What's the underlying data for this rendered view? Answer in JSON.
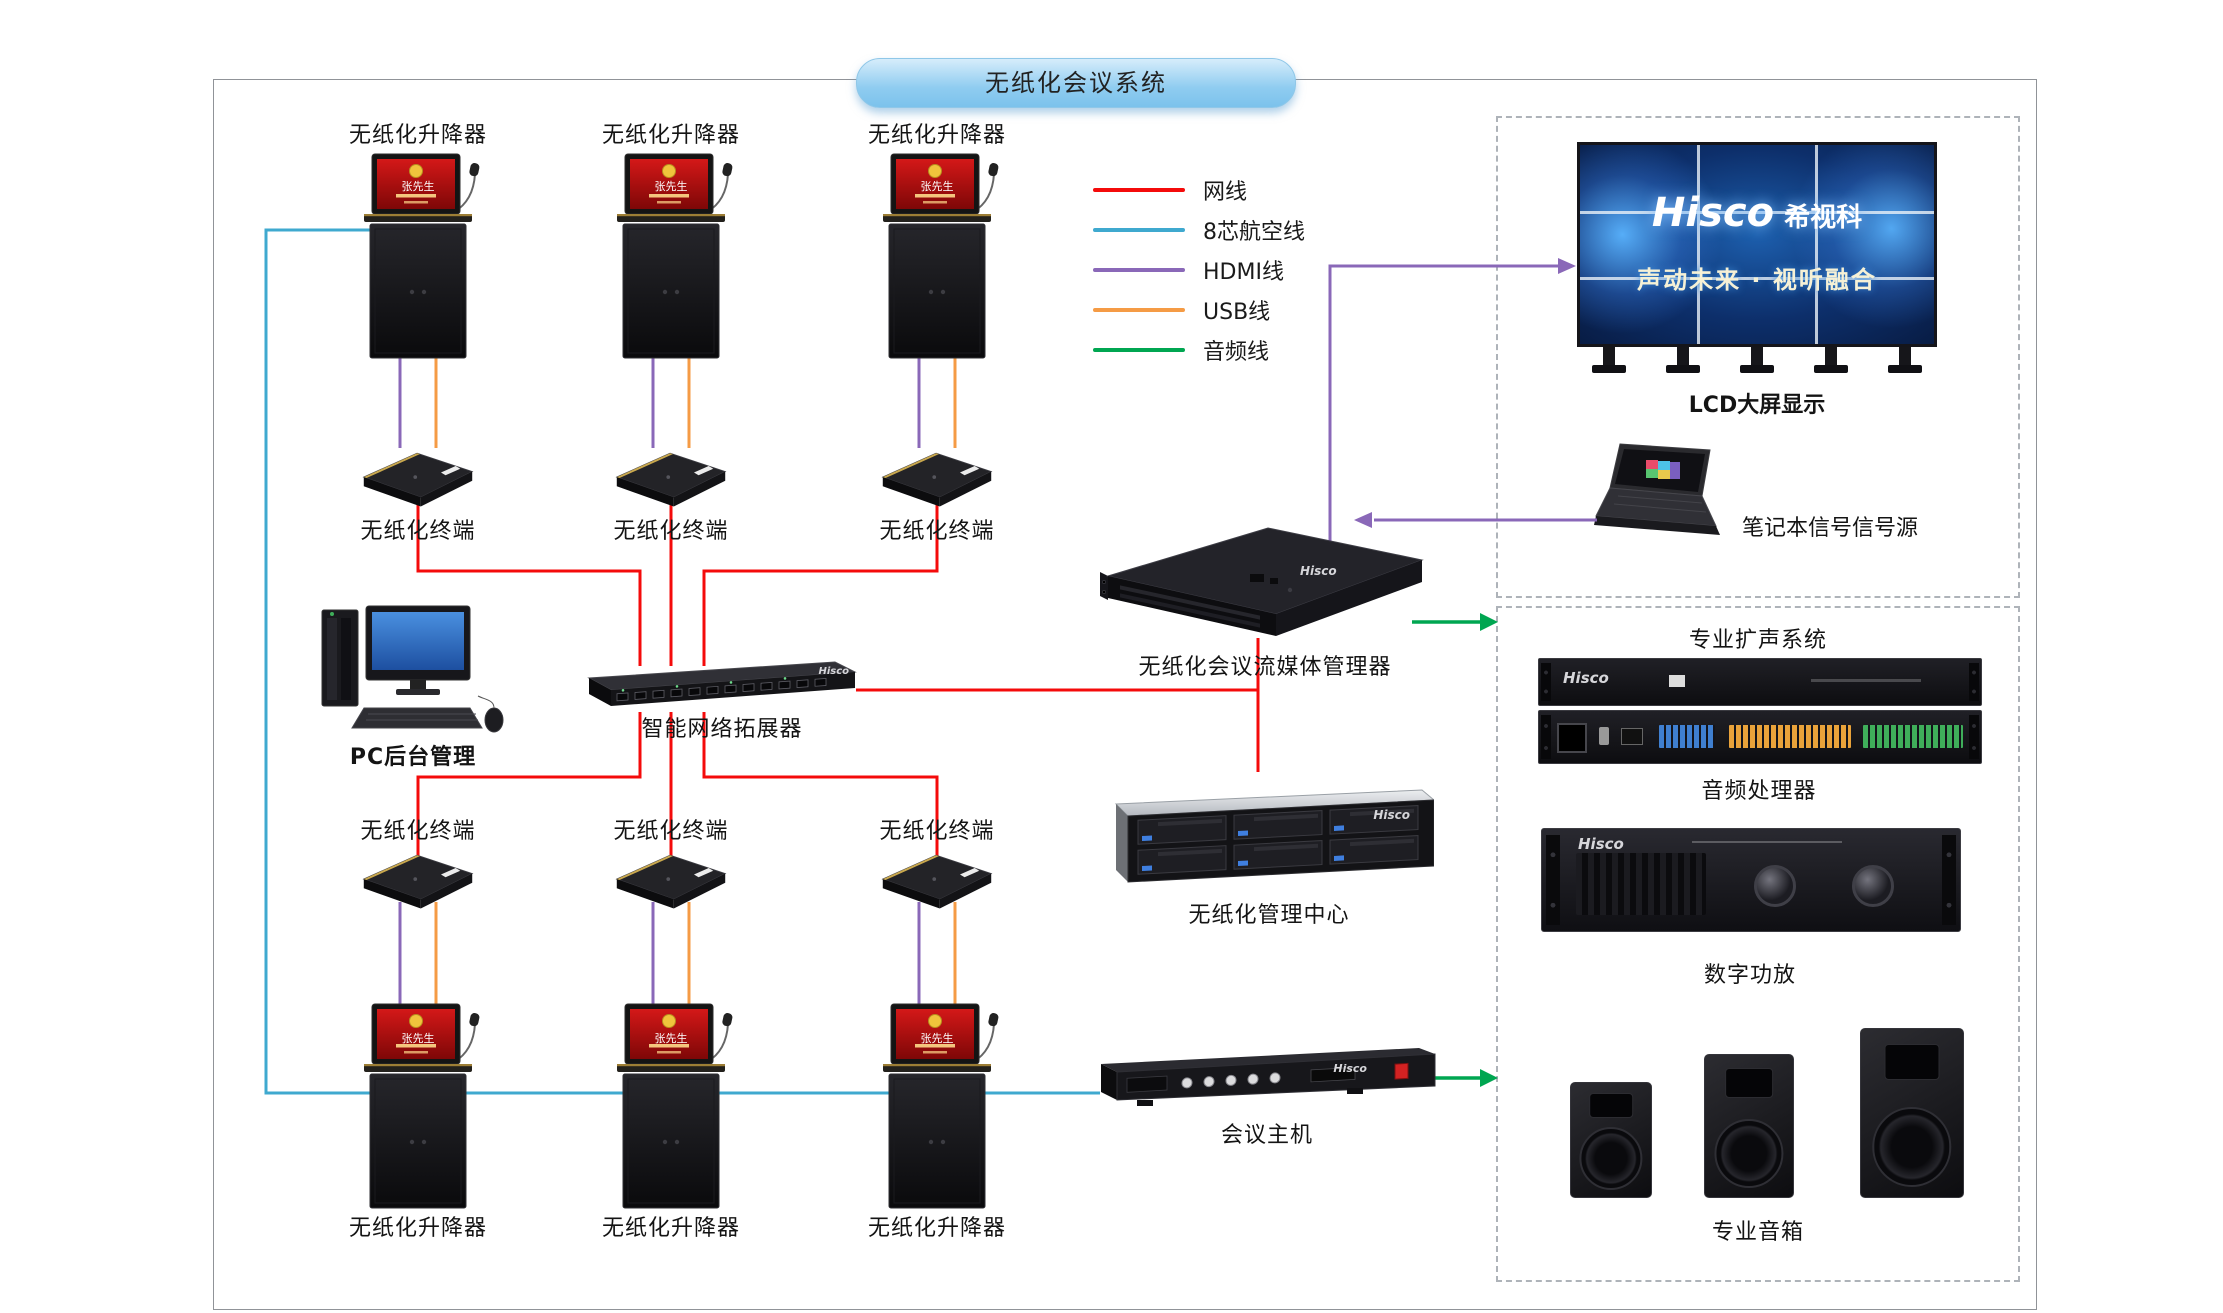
{
  "title": "无纸化会议系统",
  "brand": "Hisco",
  "colors": {
    "net": "#f40b0b",
    "aviation": "#3fa9cf",
    "hdmi": "#8a68b8",
    "usb": "#f59b45",
    "audio": "#00a651"
  },
  "legend": {
    "items": [
      {
        "key": "net",
        "label": "网线"
      },
      {
        "key": "aviation",
        "label": "8芯航空线"
      },
      {
        "key": "hdmi",
        "label": "HDMI线"
      },
      {
        "key": "usb",
        "label": "USB线"
      },
      {
        "key": "audio",
        "label": "音频线"
      }
    ]
  },
  "devices": {
    "lifter_label": "无纸化升降器",
    "terminal_label": "无纸化终端",
    "screen_name": "张先生",
    "pc_label": "PC后台管理",
    "switch_label": "智能网络拓展器",
    "manager_label": "无纸化会议流媒体管理器",
    "center_label": "无纸化管理中心",
    "host_label": "会议主机"
  },
  "display_zone": {
    "lcd_label": "LCD大屏显示",
    "laptop_label": "笔记本信号信号源",
    "wall_brand": "Hisco",
    "wall_brand_cn": "希视科",
    "wall_slogan": "声动未来 · 视听融合"
  },
  "sound_zone": {
    "title": "专业扩声系统",
    "processor_label": "音频处理器",
    "amplifier_label": "数字功放",
    "speakers_label": "专业音箱"
  }
}
